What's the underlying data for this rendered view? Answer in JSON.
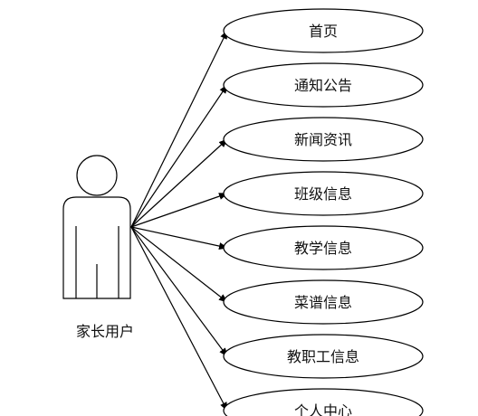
{
  "actor": {
    "label": "家长用户"
  },
  "use_cases": [
    {
      "label": "首页"
    },
    {
      "label": "通知公告"
    },
    {
      "label": "新闻资讯"
    },
    {
      "label": "班级信息"
    },
    {
      "label": "教学信息"
    },
    {
      "label": "菜谱信息"
    },
    {
      "label": "教职工信息"
    },
    {
      "label": "个人中心"
    }
  ]
}
